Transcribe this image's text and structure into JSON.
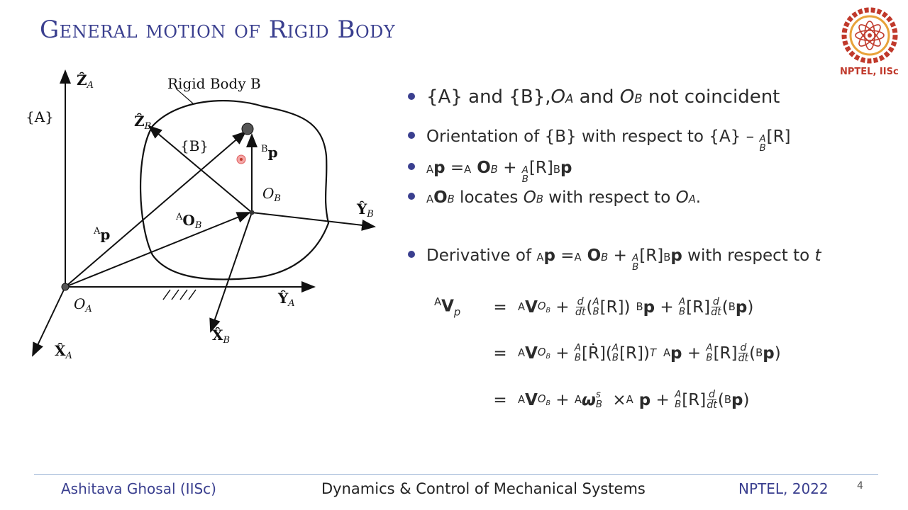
{
  "slide": {
    "title": "General motion of Rigid Body",
    "logo_text": "NPTEL, IISc"
  },
  "diagram": {
    "labels": {
      "za": "Ẑ",
      "za_sub": "A",
      "frame_a": "{A}",
      "rigid_body": "Rigid Body B",
      "zb": "Ẑ",
      "zb_sub": "B",
      "frame_b": "{B}",
      "bp_sup": "B",
      "bp": "p",
      "ob": "O",
      "ob_sub": "B",
      "yb": "Ŷ",
      "yb_sub": "B",
      "aob_sup": "A",
      "aob": "O",
      "aob_sub": "B",
      "ap_sup": "A",
      "ap": "p",
      "oa": "O",
      "oa_sub": "A",
      "ya": "Ŷ",
      "ya_sub": "A",
      "xb": "X̂",
      "xb_sub": "B",
      "xa": "X̂",
      "xa_sub": "A"
    }
  },
  "bullets": {
    "b1": {
      "text_a": "{A} and {B}, ",
      "oa": "O",
      "oa_sub": "A",
      "and": " and ",
      "ob": "O",
      "ob_sub": "B",
      "tail": " not coincident"
    },
    "b2": {
      "text": "Orientation of {B} with respect to {A} – ",
      "sup": "A",
      "sub": "B",
      "tail": "[R]"
    },
    "b3": {
      "lhs_sup": "A",
      "lhs": "p",
      "eq": " =",
      "o_sup": "A",
      "o": " O",
      "o_sub": "B",
      "plus": " + ",
      "r_sup": "A",
      "r_sub": "B",
      "r": "[R]",
      "bp_sup": "B",
      "bp": "p"
    },
    "b4": {
      "sup": "A",
      "o": "O",
      "o_sub": "B",
      "text": " locates ",
      "ob": "O",
      "ob_sub": "B",
      "text2": " with respect to ",
      "oa": "O",
      "oa_sub": "A",
      "end": "."
    },
    "b5": {
      "text": "Derivative of ",
      "lhs_sup": "A",
      "lhs": "p",
      "eq": " =",
      "o_sup": "A",
      "o": " O",
      "o_sub": "B",
      "plus": " + ",
      "r_sup": "A",
      "r_sub": "B",
      "r": "[R]",
      "bp_sup": "B",
      "bp": "p",
      "tail": " with respect to ",
      "t": "t"
    }
  },
  "equations": {
    "row1": {
      "lhs_sup": "A",
      "lhs": "V",
      "lhs_sub": "p",
      "sign": "=",
      "v_sup": "A",
      "v": "V",
      "v_sub": "O",
      "v_subsub": "B",
      "plus": " + ",
      "d": "d",
      "dt": "dt",
      "paren": "(",
      "r_sup": "A",
      "r_sub": "B",
      "r": "[R])",
      "bp_sup": "B",
      "bp": "p",
      "plus2": " + ",
      "r2_sup": "A",
      "r2_sub": "B",
      "r2": "[R]",
      "d2": "d",
      "dt2": "dt",
      "tail": "(",
      "tail_sup": "B",
      "tail_p": "p",
      "tail_end": ")"
    },
    "row2": {
      "sign": "=",
      "v_sup": "A",
      "v": "V",
      "v_sub": "O",
      "v_subsub": "B",
      "plus": " + ",
      "r_sup": "A",
      "r_sub": "B",
      "r": "[Ṙ](",
      "rt_sup": "A",
      "rt_sub": "B",
      "rt": "[R])",
      "T": "T",
      "ap_sup": "A",
      "ap": "p",
      "plus2": " + ",
      "r2_sup": "A",
      "r2_sub": "B",
      "r2": "[R]",
      "d": "d",
      "dt": "dt",
      "tail": "(",
      "tail_sup": "B",
      "tail_p": "p",
      "tail_end": ")"
    },
    "row3": {
      "sign": "=",
      "v_sup": "A",
      "v": "V",
      "v_sub": "O",
      "v_subsub": "B",
      "plus": " + ",
      "w_sup": "A",
      "w": "ω",
      "w_s": "s",
      "w_b": "B",
      "cross": " ×",
      "ap_sup": "A",
      "ap": " p",
      "plus2": " + ",
      "r2_sup": "A",
      "r2_sub": "B",
      "r2": "[R]",
      "d": "d",
      "dt": "dt",
      "tail": "(",
      "tail_sup": "B",
      "tail_p": "p",
      "tail_end": ")"
    }
  },
  "footer": {
    "author": "Ashitava Ghosal (IISc)",
    "course": "Dynamics & Control of Mechanical Systems",
    "year": "NPTEL, 2022",
    "page": "4"
  },
  "colors": {
    "title": "#3a3f8f",
    "bullet": "#3a3f8f",
    "logo": "#c0392b",
    "rule": "#9fb7d6"
  }
}
